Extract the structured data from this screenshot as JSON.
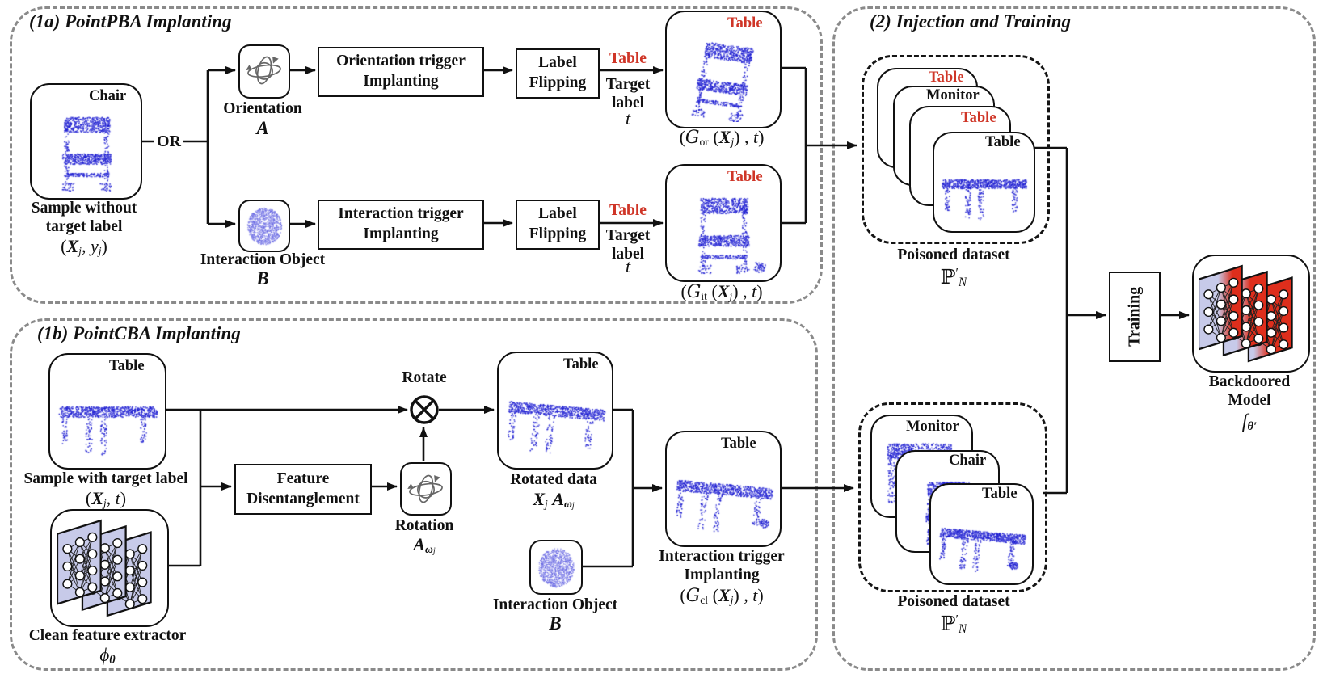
{
  "colors": {
    "accent_red": "#cf3527",
    "cloud_blue": "#1d1dd0",
    "panel_gray": "#8a8a8a",
    "nn_fill": "#c7cae9",
    "nn_red": "#de2e1c"
  },
  "panel_1a": {
    "title": "(1a) PointPBA Implanting",
    "sample_card_label": "Chair",
    "sample_caption": [
      "Sample without",
      "target label"
    ],
    "sample_formula": [
      [
        "(",
        "n"
      ],
      [
        "X",
        "bi"
      ],
      [
        "j",
        "sub"
      ],
      [
        ", ",
        "n"
      ],
      [
        "y",
        "i"
      ],
      [
        "j",
        "sub"
      ],
      [
        ")",
        "n"
      ]
    ],
    "or_label": "OR",
    "orientation_caption": "Orientation",
    "orientation_symbol": [
      [
        "A",
        "bi"
      ]
    ],
    "interaction_caption": "Interaction Object",
    "interaction_symbol": [
      [
        "B",
        "bi"
      ]
    ],
    "orientation_box": [
      "Orientation trigger",
      "Implanting"
    ],
    "interaction_box": [
      "Interaction trigger",
      "Implanting"
    ],
    "label_flip_box": [
      "Label",
      "Flipping"
    ],
    "flip_label_red_1": "Table",
    "flip_label_red_2": "Table",
    "target_caption_1": [
      "Target",
      "label"
    ],
    "target_caption_2": [
      "Target",
      "label"
    ],
    "target_symbol": [
      [
        "t",
        "i"
      ]
    ],
    "or_card_label": "Table",
    "it_card_label": "Table",
    "or_formula": [
      [
        "(",
        "n"
      ],
      [
        "G",
        "cal"
      ],
      [
        "or",
        "subr"
      ],
      [
        " (",
        "n"
      ],
      [
        "X",
        "bi"
      ],
      [
        "j",
        "sub"
      ],
      [
        ") , ",
        "n"
      ],
      [
        "t",
        "i"
      ],
      [
        ")",
        "n"
      ]
    ],
    "it_formula": [
      [
        "(",
        "n"
      ],
      [
        "G",
        "cal"
      ],
      [
        "it",
        "subr"
      ],
      [
        " (",
        "n"
      ],
      [
        "X",
        "bi"
      ],
      [
        "j",
        "sub"
      ],
      [
        ") , ",
        "n"
      ],
      [
        "t",
        "i"
      ],
      [
        ")",
        "n"
      ]
    ]
  },
  "panel_1b": {
    "title": "(1b) PointCBA Implanting",
    "sample_card_label": "Table",
    "sample_caption": "Sample with target label",
    "sample_formula": [
      [
        "(",
        "n"
      ],
      [
        "X",
        "bi"
      ],
      [
        "j",
        "sub"
      ],
      [
        ", ",
        "n"
      ],
      [
        "t",
        "i"
      ],
      [
        ")",
        "n"
      ]
    ],
    "extractor_caption": "Clean feature extractor",
    "extractor_symbol": [
      [
        "ϕ",
        "i"
      ],
      [
        "θ",
        "bsub"
      ]
    ],
    "fd_box": [
      "Feature",
      "Disentanglement"
    ],
    "rotate_label": "Rotate",
    "rotation_caption": "Rotation",
    "rotation_symbol": [
      [
        "A",
        "bi"
      ],
      [
        "ω",
        "bsub"
      ],
      [
        "j",
        "sub2"
      ]
    ],
    "rotated_card_label": "Table",
    "rotated_caption": "Rotated data",
    "rotated_formula": [
      [
        "X",
        "bi"
      ],
      [
        "j",
        "sub"
      ],
      [
        " ",
        "n"
      ],
      [
        "A",
        "bi"
      ],
      [
        "ω",
        "bsub"
      ],
      [
        "j",
        "sub2"
      ]
    ],
    "interaction_caption": "Interaction Object",
    "interaction_symbol": [
      [
        "B",
        "bi"
      ]
    ],
    "trigger_card_label": "Table",
    "trigger_caption": [
      "Interaction trigger",
      "Implanting"
    ],
    "trigger_formula": [
      [
        "(",
        "n"
      ],
      [
        "G",
        "cal"
      ],
      [
        "cl",
        "subr"
      ],
      [
        " (",
        "n"
      ],
      [
        "X",
        "bi"
      ],
      [
        "j",
        "sub"
      ],
      [
        ") , ",
        "n"
      ],
      [
        "t",
        "i"
      ],
      [
        ")",
        "n"
      ]
    ]
  },
  "panel_2": {
    "title": "(2) Injection and Training",
    "dataset_top": {
      "cards": [
        {
          "label": "Table",
          "color": "red"
        },
        {
          "label": "Monitor",
          "color": "black"
        },
        {
          "label": "Table",
          "color": "red"
        },
        {
          "label": "Table",
          "color": "black"
        }
      ],
      "caption": "Poisoned dataset",
      "formula": [
        [
          "ℙ",
          "n"
        ],
        [
          "′",
          "sup"
        ],
        [
          "N",
          "sub"
        ]
      ]
    },
    "dataset_bottom": {
      "cards": [
        {
          "label": "Monitor",
          "color": "black"
        },
        {
          "label": "Chair",
          "color": "black"
        },
        {
          "label": "Table",
          "color": "black"
        }
      ],
      "caption": "Poisoned dataset",
      "formula": [
        [
          "ℙ",
          "n"
        ],
        [
          "′",
          "sup"
        ],
        [
          "N",
          "sub"
        ]
      ]
    },
    "training_box": "Training",
    "model_caption": [
      "Backdoored",
      "Model"
    ],
    "model_formula": [
      [
        "f",
        "i"
      ],
      [
        "θ′",
        "bsub"
      ]
    ]
  }
}
